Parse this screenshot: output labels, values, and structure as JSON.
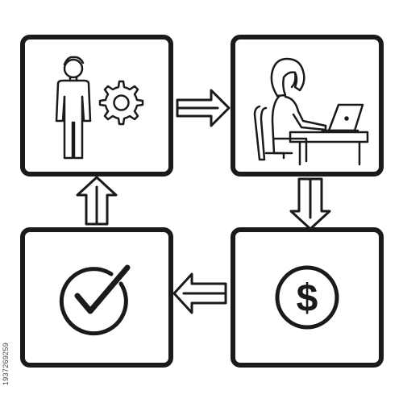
{
  "steps": [
    {
      "id": "setup",
      "icon": "person-with-gear-icon"
    },
    {
      "id": "work",
      "icon": "woman-at-laptop-icon"
    },
    {
      "id": "payment",
      "icon": "dollar-coin-icon"
    },
    {
      "id": "approval",
      "icon": "checkmark-circle-icon"
    }
  ],
  "flow": [
    "setup",
    "work",
    "payment",
    "approval",
    "setup"
  ],
  "colors": {
    "stroke": "#1a1a1a",
    "background": "#ffffff"
  },
  "stock_id": "1937269259"
}
